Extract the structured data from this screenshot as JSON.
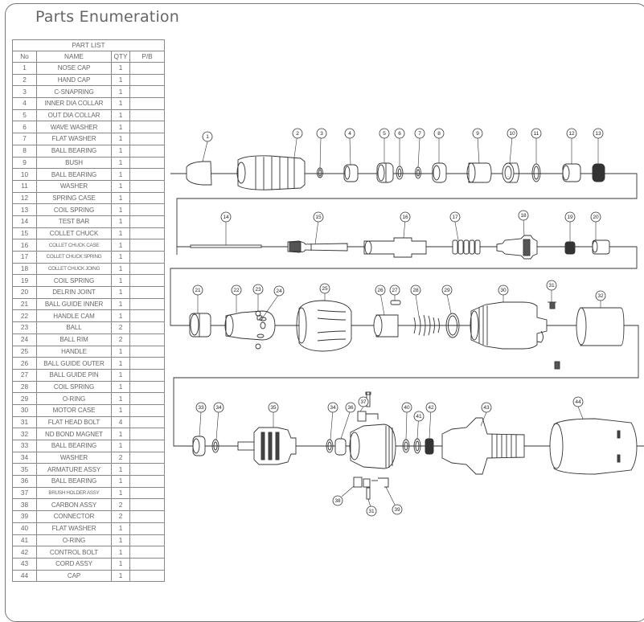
{
  "title": "Parts Enumeration",
  "table": {
    "caption": "PART LIST",
    "headers": {
      "no": "No",
      "name": "NAME",
      "qty": "QTY",
      "pb": "P/B"
    },
    "rows": [
      {
        "no": "1",
        "name": "NOSE CAP",
        "qty": "1"
      },
      {
        "no": "2",
        "name": "HAND CAP",
        "qty": "1"
      },
      {
        "no": "3",
        "name": "C-SNAPRING",
        "qty": "1"
      },
      {
        "no": "4",
        "name": "INNER DIA COLLAR",
        "qty": "1"
      },
      {
        "no": "5",
        "name": "OUT DIA COLLAR",
        "qty": "1"
      },
      {
        "no": "6",
        "name": "WAVE WASHER",
        "qty": "1"
      },
      {
        "no": "7",
        "name": "FLAT WASHER",
        "qty": "1"
      },
      {
        "no": "8",
        "name": "BALL BEARING",
        "qty": "1"
      },
      {
        "no": "9",
        "name": "BUSH",
        "qty": "1"
      },
      {
        "no": "10",
        "name": "BALL BEARING",
        "qty": "1"
      },
      {
        "no": "11",
        "name": "WASHER",
        "qty": "1"
      },
      {
        "no": "12",
        "name": "SPRING CASE",
        "qty": "1"
      },
      {
        "no": "13",
        "name": "COIL SPRING",
        "qty": "1"
      },
      {
        "no": "14",
        "name": "TEST BAR",
        "qty": "1"
      },
      {
        "no": "15",
        "name": "COLLET CHUCK",
        "qty": "1"
      },
      {
        "no": "16",
        "name": "COLLET CHUCK CASE",
        "qty": "1"
      },
      {
        "no": "17",
        "name": "COLLET CHUCK SPRING",
        "qty": "1"
      },
      {
        "no": "18",
        "name": "COLLET CHUCK JOING",
        "qty": "1"
      },
      {
        "no": "19",
        "name": "COIL SPRING",
        "qty": "1"
      },
      {
        "no": "20",
        "name": "DELRIN JOINT",
        "qty": "1"
      },
      {
        "no": "21",
        "name": "BALL GUIDE INNER",
        "qty": "1"
      },
      {
        "no": "22",
        "name": "HANDLE CAM",
        "qty": "1"
      },
      {
        "no": "23",
        "name": "BALL",
        "qty": "2"
      },
      {
        "no": "24",
        "name": "BALL RIM",
        "qty": "2"
      },
      {
        "no": "25",
        "name": "HANDLE",
        "qty": "1"
      },
      {
        "no": "26",
        "name": "BALL GUIDE OUTER",
        "qty": "1"
      },
      {
        "no": "27",
        "name": "BALL GUIDE PIN",
        "qty": "1"
      },
      {
        "no": "28",
        "name": "COIL SPRING",
        "qty": "1"
      },
      {
        "no": "29",
        "name": "O-RING",
        "qty": "1"
      },
      {
        "no": "30",
        "name": "MOTOR CASE",
        "qty": "1"
      },
      {
        "no": "31",
        "name": "FLAT HEAD BOLT",
        "qty": "4"
      },
      {
        "no": "32",
        "name": "ND BOND MAGNET",
        "qty": "1"
      },
      {
        "no": "33",
        "name": "BALL BEARING",
        "qty": "1"
      },
      {
        "no": "34",
        "name": "WASHER",
        "qty": "2"
      },
      {
        "no": "35",
        "name": "ARMATURE ASSY",
        "qty": "1"
      },
      {
        "no": "36",
        "name": "BALL BEARING",
        "qty": "1"
      },
      {
        "no": "37",
        "name": "BRUSH HOLDER ASSY",
        "qty": "1"
      },
      {
        "no": "38",
        "name": "CARBON ASSY",
        "qty": "2"
      },
      {
        "no": "39",
        "name": "CONNECTOR",
        "qty": "2"
      },
      {
        "no": "40",
        "name": "FLAT WASHER",
        "qty": "1"
      },
      {
        "no": "41",
        "name": "O-RING",
        "qty": "1"
      },
      {
        "no": "42",
        "name": "CONTROL BOLT",
        "qty": "1"
      },
      {
        "no": "43",
        "name": "CORD ASSY",
        "qty": "1"
      },
      {
        "no": "44",
        "name": "CAP",
        "qty": "1"
      }
    ]
  },
  "callouts": [
    "1",
    "2",
    "3",
    "4",
    "5",
    "6",
    "7",
    "8",
    "9",
    "10",
    "11",
    "12",
    "13",
    "14",
    "15",
    "16",
    "17",
    "18",
    "19",
    "20",
    "21",
    "22",
    "23",
    "24",
    "25",
    "26",
    "27",
    "28",
    "29",
    "30",
    "31",
    "32",
    "33",
    "34",
    "35",
    "34",
    "36",
    "37",
    "38",
    "31",
    "39",
    "40",
    "41",
    "42",
    "43",
    "44"
  ]
}
